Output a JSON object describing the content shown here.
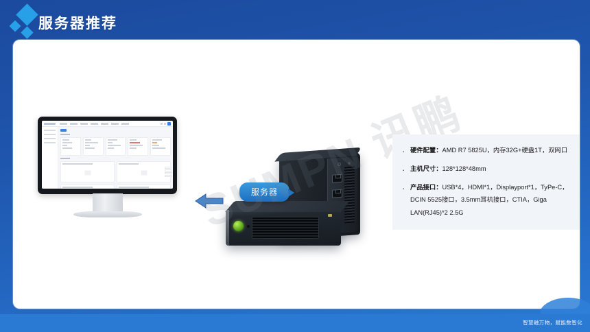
{
  "header": {
    "title": "服务器推荐",
    "accent_color": "#27a0e8",
    "background_color": "#1f56ad"
  },
  "panel": {
    "border_color": "#5f8ed0",
    "background_color": "#ffffff"
  },
  "diagram": {
    "monitor_label": "dashboard-screen",
    "arrow_direction": "left",
    "arrow_color": "#3a7cc4",
    "device_label": "服务器",
    "device_label_color": "#1d6fc0"
  },
  "monitor_dashboard": {
    "accent_color": "#3b82e0",
    "alert_color": "#e8736e"
  },
  "specs": {
    "background_color": "#f1f4f9",
    "items": [
      {
        "key": "硬件配置：",
        "value": "AMD R7 5825U，内存32G+硬盘1T，双网口"
      },
      {
        "key": "主机尺寸：",
        "value": "128*128*48mm"
      },
      {
        "key": "产品接口：",
        "value": "USB*4，HDMI*1，Displayport*1，TyPe-C，DCIN 5525接口，3.5mm耳机接口，CTIA，Giga LAN(RJ45)*2 2.5G"
      }
    ]
  },
  "watermark": {
    "text": "SUMPN 讯鹏"
  },
  "footer": {
    "text": "智慧融万物，赋能数智化",
    "background_color": "#2a7ad4"
  }
}
